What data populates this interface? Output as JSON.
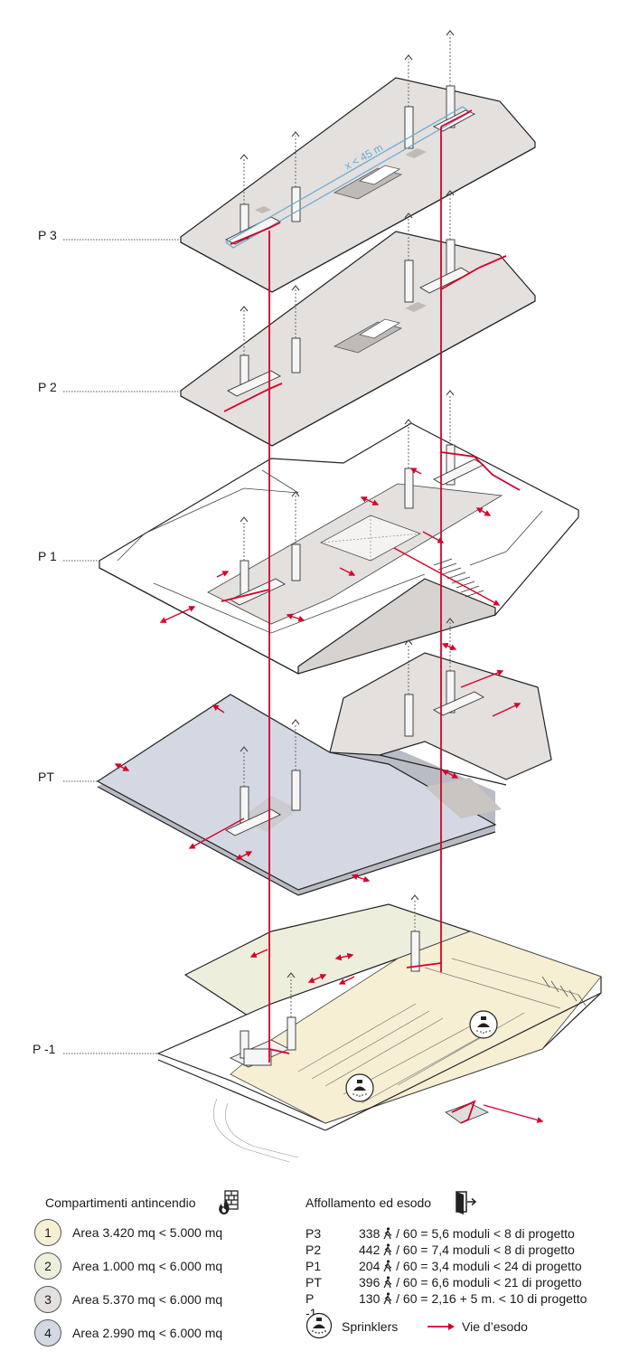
{
  "levels": [
    {
      "id": "p3",
      "label": "P 3"
    },
    {
      "id": "p2",
      "label": "P 2"
    },
    {
      "id": "p1",
      "label": "P 1"
    },
    {
      "id": "pt",
      "label": "PT"
    },
    {
      "id": "pm1",
      "label": "P -1"
    }
  ],
  "annotation_distance": "x < 45 m",
  "colors": {
    "area1": "#f7efd3",
    "area2": "#eeeedd",
    "area3": "#e3e0de",
    "area4": "#d3d8e3",
    "escape": "#d6002a",
    "distance": "#6aaad4"
  },
  "legend": {
    "compartments_title": "Compartimenti antincendio",
    "compartments_icon": "fire-wall-icon",
    "compartments": [
      {
        "num": "1",
        "text": "Area 3.420 mq < 5.000 mq",
        "color": "#f7efd3"
      },
      {
        "num": "2",
        "text": "Area 1.000 mq < 6.000 mq",
        "color": "#eeeedd"
      },
      {
        "num": "3",
        "text": "Area 5.370 mq < 6.000 mq",
        "color": "#e3e0de"
      },
      {
        "num": "4",
        "text": "Area 2.990 mq < 6.000 mq",
        "color": "#d3d8e3"
      }
    ],
    "occupancy_title": "Affollamento ed esodo",
    "occupancy_icon": "exit-door-icon",
    "occupancy": [
      {
        "level": "P3",
        "value": "338",
        "rest": " / 60 = 5,6 moduli < 8 di progetto"
      },
      {
        "level": "P2",
        "value": "442",
        "rest": " / 60 = 7,4 moduli < 8 di progetto"
      },
      {
        "level": "P1",
        "value": "204",
        "rest": " / 60 = 3,4 moduli < 24 di progetto"
      },
      {
        "level": "PT",
        "value": "396",
        "rest": " / 60 = 6,6 moduli < 21 di progetto"
      },
      {
        "level": "P -1",
        "value": "130",
        "rest": " / 60 = 2,16 + 5 m. < 10 di progetto"
      }
    ],
    "sprinklers_label": "Sprinklers",
    "escape_label": "Vie d’esodo"
  }
}
